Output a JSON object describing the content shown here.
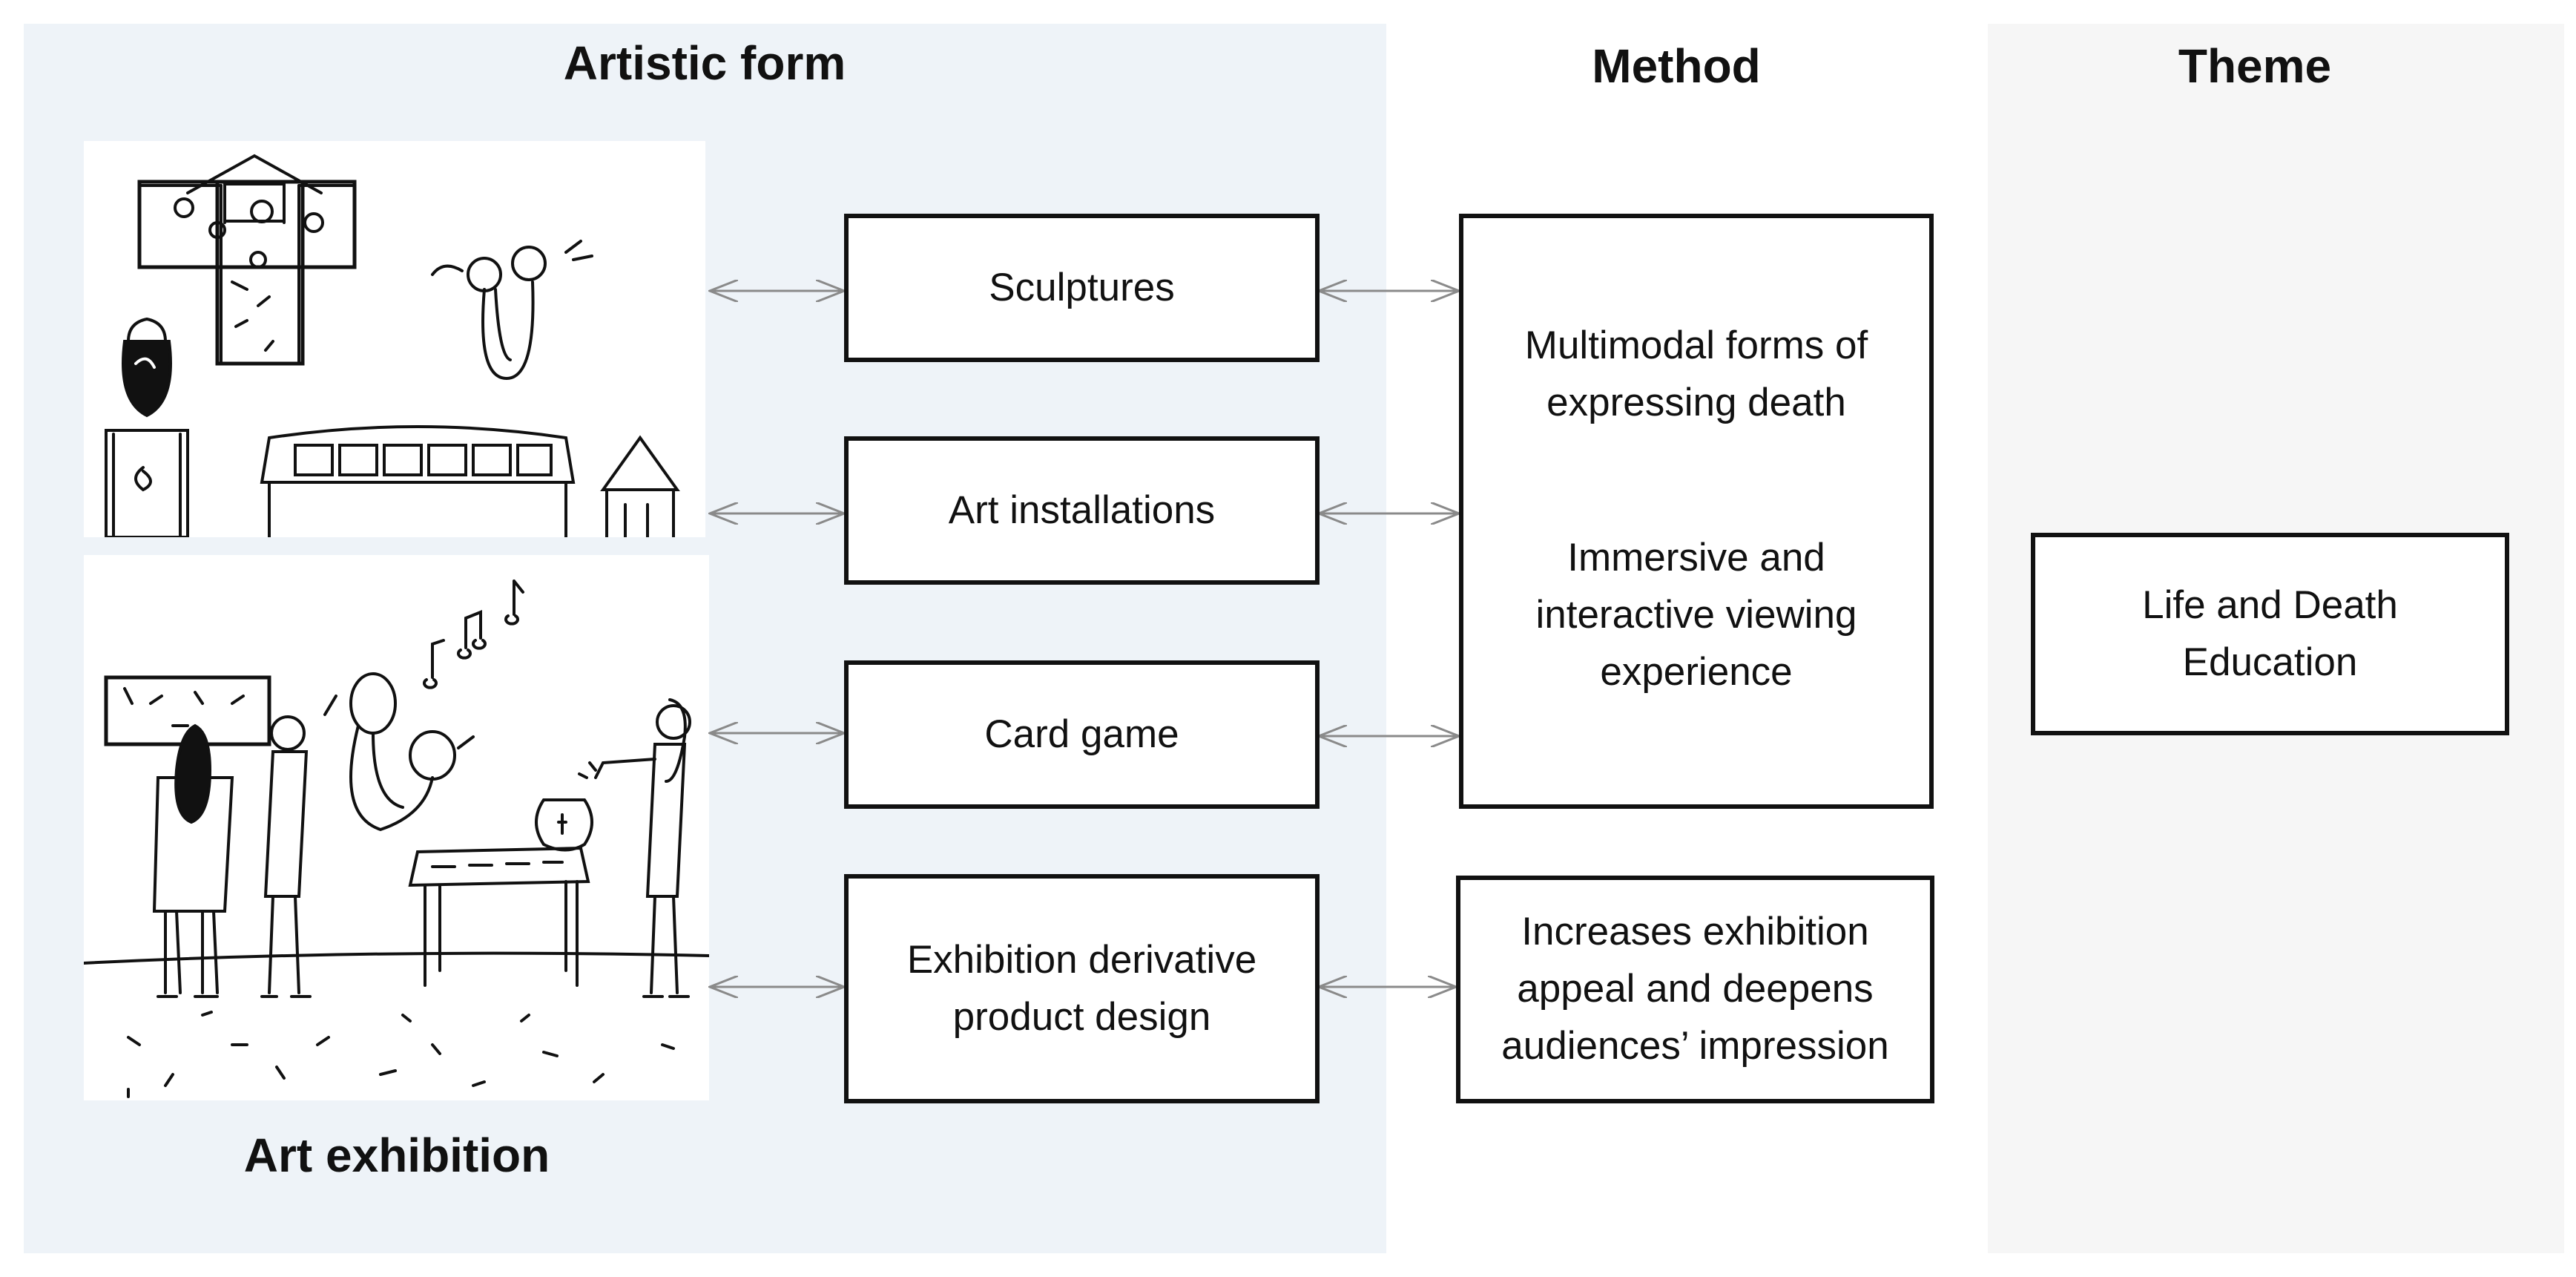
{
  "headings": {
    "artistic_form": "Artistic form",
    "method": "Method",
    "theme": "Theme",
    "art_exhibition": "Art exhibition"
  },
  "forms": [
    {
      "label": "Sculptures"
    },
    {
      "label": "Art installations"
    },
    {
      "label": "Card game"
    },
    {
      "label_line1": "Exhibition derivative",
      "label_line2": "product design"
    }
  ],
  "methods": {
    "block1_line1": "Multimodal forms of",
    "block1_line2": "expressing death",
    "block2_line1": "Immersive and",
    "block2_line2": "interactive viewing",
    "block2_line3": "experience",
    "block3_line1": "Increases exhibition",
    "block3_line2": "appeal and deepens",
    "block3_line3": "audiences’ impression"
  },
  "theme": {
    "line1": "Life and Death",
    "line2": "Education"
  },
  "colors": {
    "panel_art": "#eef3f8",
    "panel_theme": "#f6f6f6",
    "border": "#111111",
    "connector": "#8a8a8a"
  },
  "icons": [
    "sculpture-sketch",
    "exhibition-sketch"
  ]
}
